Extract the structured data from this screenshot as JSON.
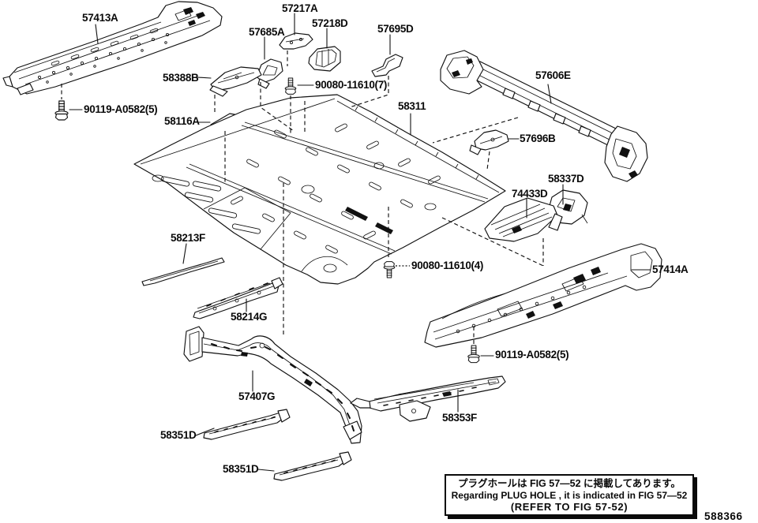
{
  "figure": {
    "number": "588366",
    "note": {
      "jp": "プラグホールは FIG 57—52 に掲載してあります。",
      "en": "Regarding PLUG HOLE , it is indicated in FIG 57—52",
      "refer": "(REFER TO FIG 57-52)"
    }
  },
  "labels": {
    "57413A": "57413A",
    "57217A": "57217A",
    "57685A": "57685A",
    "57218D": "57218D",
    "57695D": "57695D",
    "58388B": "58388B",
    "58116A": "58116A",
    "58311": "58311",
    "57606E": "57606E",
    "57696B": "57696B",
    "58337D": "58337D",
    "74433D": "74433D",
    "58213F": "58213F",
    "57414A": "57414A",
    "58214G": "58214G",
    "57407G": "57407G",
    "58351D": "58351D",
    "58353F": "58353F",
    "90080-11610(7)": "90080-11610(7)",
    "90080-11610(4)": "90080-11610(4)",
    "90119-A0582(5)": "90119-A0582(5)"
  }
}
